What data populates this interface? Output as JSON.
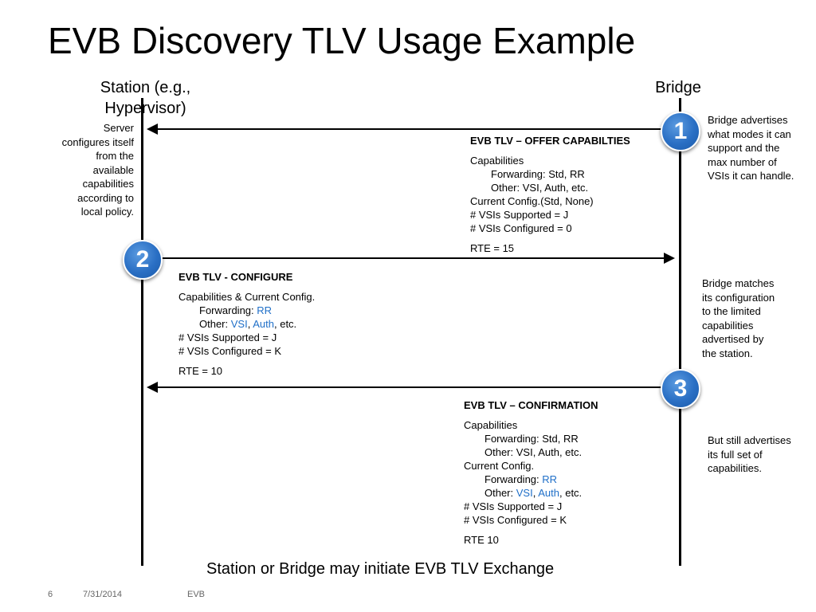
{
  "title": "EVB Discovery TLV Usage Example",
  "station_label_1": "Station (e.g.,",
  "station_label_2": "Hypervisor)",
  "bridge_label": "Bridge",
  "server_note": [
    "Server",
    "configures itself",
    "from the",
    "available",
    "capabilities",
    "according to",
    "local policy."
  ],
  "bridge_note_1": [
    "Bridge advertises",
    "what modes it can",
    "support and the",
    "max number of",
    "VSIs it can handle."
  ],
  "bridge_note_2": [
    "Bridge matches",
    "its configuration",
    "to the limited",
    "capabilities",
    "advertised by",
    "the station."
  ],
  "bridge_note_3": [
    "But still advertises",
    "its full set of",
    "capabilities."
  ],
  "steps": [
    "1",
    "2",
    "3"
  ],
  "offer": {
    "header": "EVB TLV – OFFER CAPABILTIES",
    "capabilities": "Capabilities",
    "forwarding": "Forwarding: Std, RR",
    "other": "Other: VSI, Auth, etc.",
    "current": "Current Config.(Std, None)",
    "supported": "# VSIs Supported = J",
    "configured": "# VSIs Configured = 0",
    "rte": "RTE = 15"
  },
  "configure": {
    "header": "EVB TLV - CONFIGURE",
    "capabilities": "Capabilities & Current Config.",
    "forwarding_prefix": "Forwarding: ",
    "forwarding_value": "RR",
    "other_prefix": "Other: ",
    "other_vsi": "VSI",
    "sep": ", ",
    "other_auth": "Auth",
    "other_suffix": ", etc.",
    "supported": "# VSIs Supported = J",
    "configured": "# VSIs Configured = K",
    "rte": "RTE = 10"
  },
  "confirmation": {
    "header": "EVB TLV – CONFIRMATION",
    "capabilities": "Capabilities",
    "forwarding": "Forwarding: Std, RR",
    "other": "Other: VSI, Auth, etc.",
    "current": "Current Config.",
    "cur_forwarding_prefix": "Forwarding: ",
    "cur_forwarding_value": "RR",
    "cur_other_prefix": "Other: ",
    "cur_other_vsi": "VSI",
    "sep": ", ",
    "cur_other_auth": "Auth",
    "cur_other_suffix": ", etc.",
    "supported": "# VSIs Supported = J",
    "configured": "# VSIs Configured = K",
    "rte": "RTE 10"
  },
  "bottom_text": "Station or Bridge may initiate EVB TLV Exchange",
  "footer": {
    "page": "6",
    "date": "7/31/2014",
    "label": "EVB"
  },
  "colors": {
    "badge": "#2a6fc4",
    "highlight": "#1f6fc8"
  }
}
